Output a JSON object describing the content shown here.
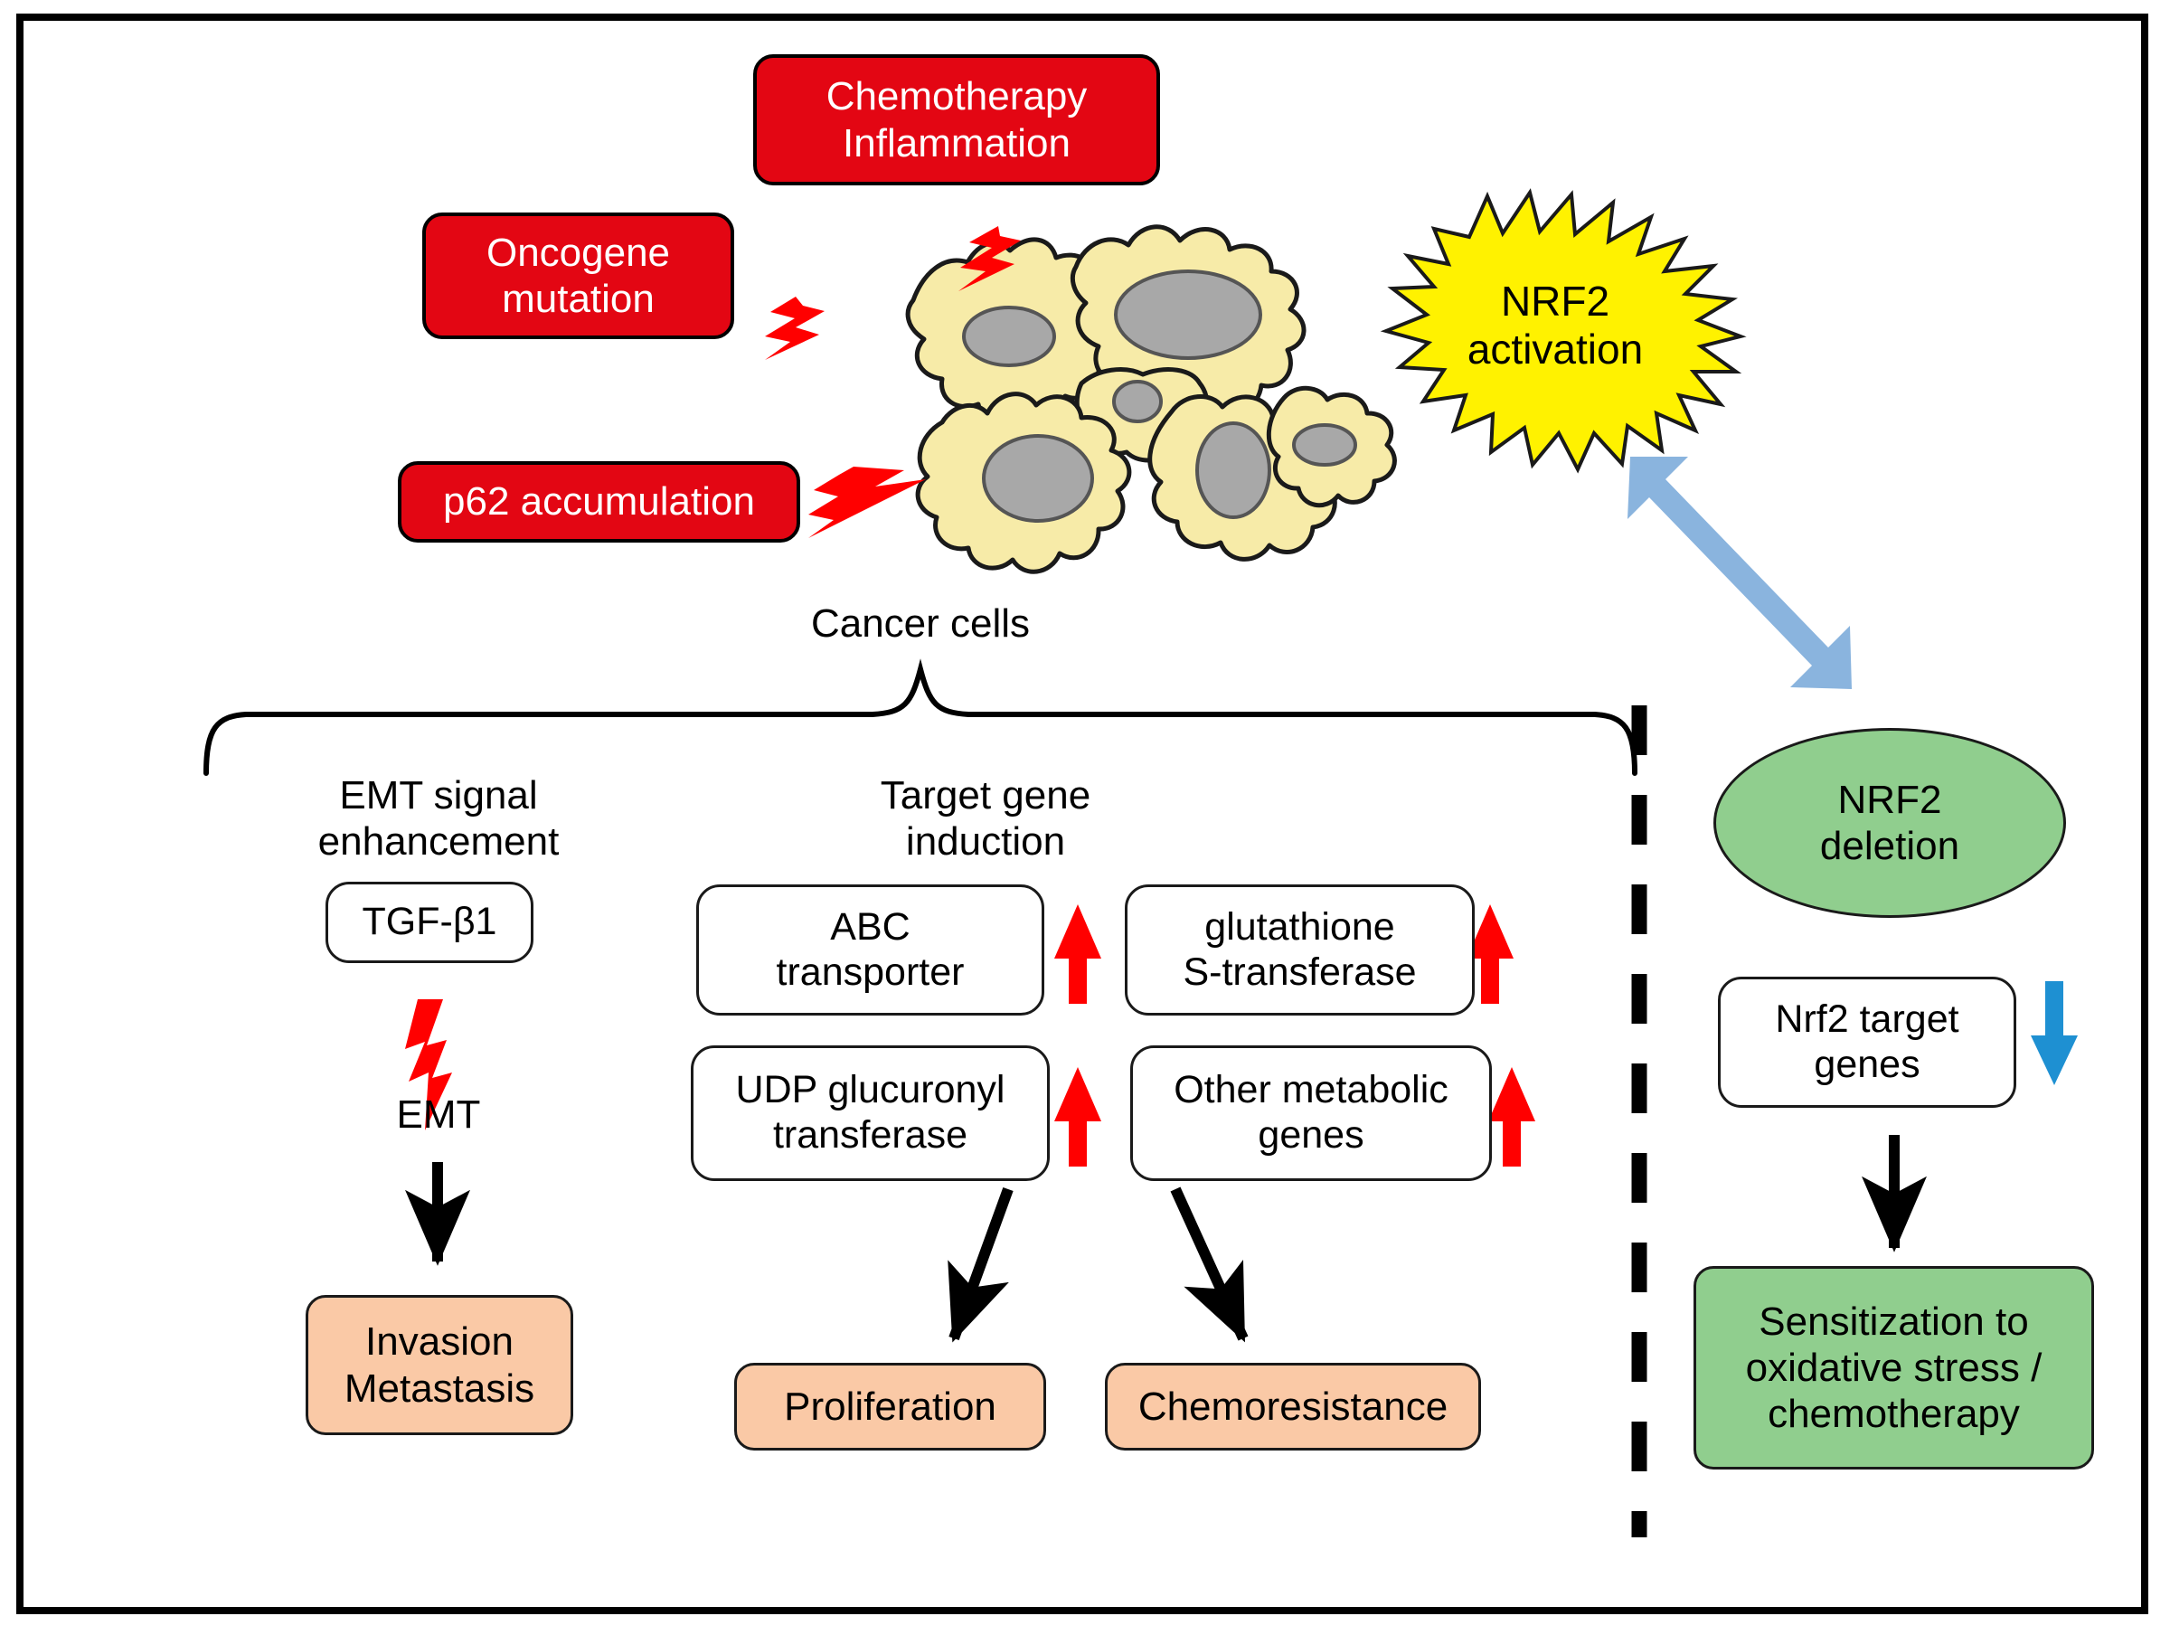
{
  "figure": {
    "title": "NRF2 activation in cancer cells schematic",
    "colors": {
      "red_stimulus": "#E30613",
      "cell_fill": "#F7EBA8",
      "cell_nucleus": "#A8A8A8",
      "star_yellow": "#FFF200",
      "green_node": "#90CE8E",
      "peach_node": "#FAC9A6",
      "blue_arrow": "#8AB4DE",
      "up_arrow_red": "#FF0000",
      "down_arrow_blue": "#1E90D2",
      "outline_black": "#000000"
    }
  },
  "stimuli": [
    {
      "id": "chemotherapy",
      "label": "Chemotherapy\nInflammation"
    },
    {
      "id": "oncogene",
      "label": "Oncogene\nmutation"
    },
    {
      "id": "p62",
      "label": "p62 accumulation"
    }
  ],
  "cells": {
    "caption": "Cancer cells",
    "count": 6
  },
  "activation": {
    "label": "NRF2\nactivation"
  },
  "branches": {
    "left": {
      "heading": "EMT signal\nenhancement",
      "node": "TGF-β1",
      "intermediate": "EMT",
      "outcome": "Invasion\nMetastasis"
    },
    "middle": {
      "heading": "Target gene\ninduction",
      "genes": [
        {
          "label": "ABC\ntransporter",
          "change": "up"
        },
        {
          "label": "glutathione\nS-transferase",
          "change": "up"
        },
        {
          "label": "UDP glucuronyl\ntransferase",
          "change": "up"
        },
        {
          "label": "Other metabolic\ngenes",
          "change": "up"
        }
      ],
      "outcomes": [
        "Proliferation",
        "Chemoresistance"
      ]
    },
    "right": {
      "deletion": "NRF2\ndeletion",
      "target_genes": "Nrf2 target\ngenes",
      "target_genes_change": "down",
      "outcome": "Sensitization to\noxidative stress /\nchemotherapy"
    }
  }
}
